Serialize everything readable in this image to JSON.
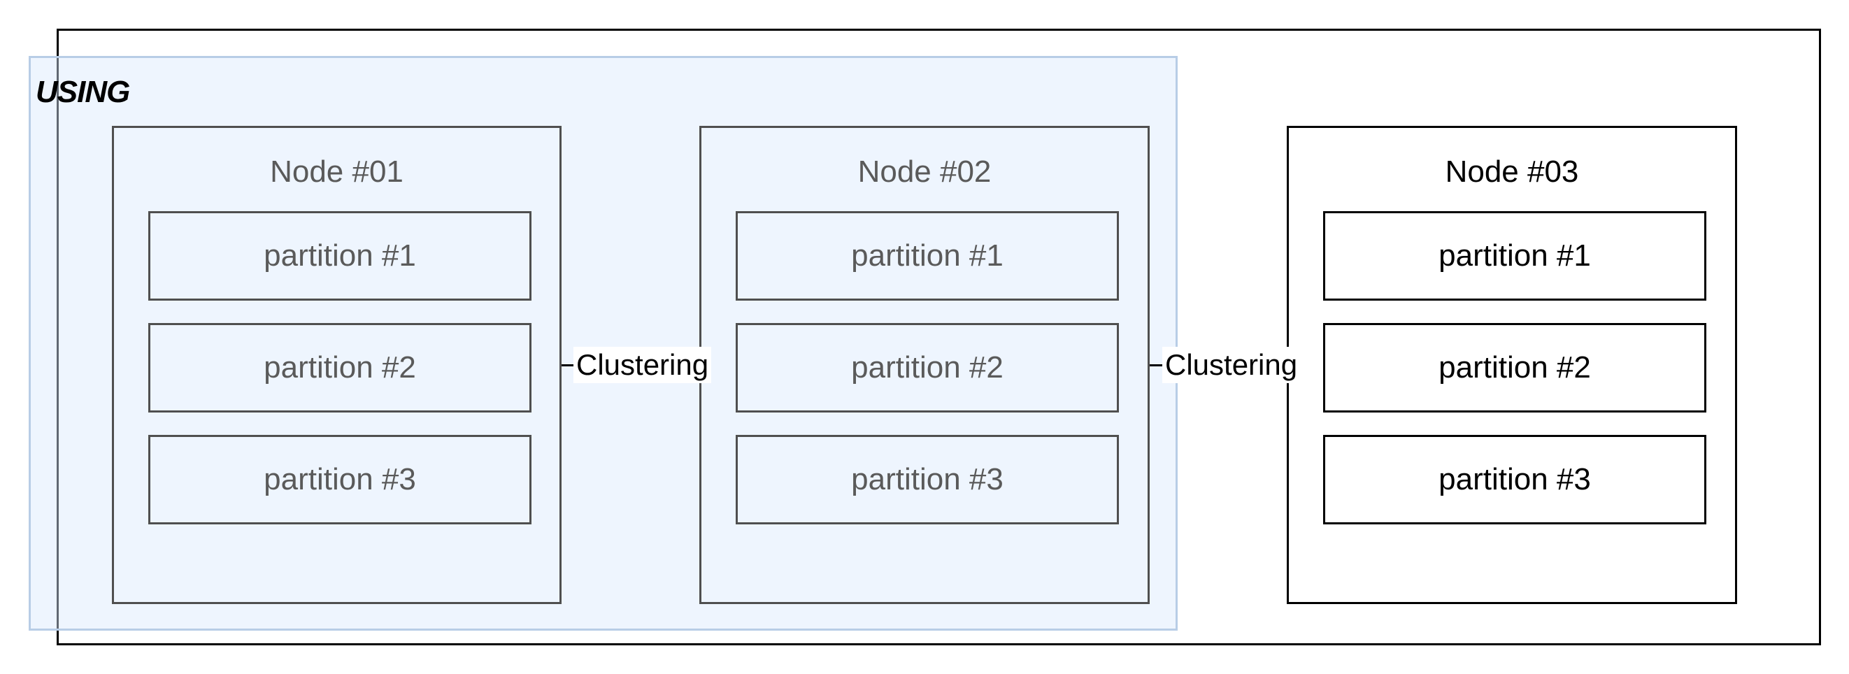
{
  "region": {
    "label": "USING",
    "fill_color": "#dae8fc",
    "border_color": "#b8cde6"
  },
  "nodes": [
    {
      "title": "Node #01",
      "partitions": [
        "partition #1",
        "partition #2",
        "partition #3"
      ],
      "in_region": true
    },
    {
      "title": "Node #02",
      "partitions": [
        "partition #1",
        "partition #2",
        "partition #3"
      ],
      "in_region": true
    },
    {
      "title": "Node #03",
      "partitions": [
        "partition #1",
        "partition #2",
        "partition #3"
      ],
      "in_region": false
    }
  ],
  "connections": [
    {
      "from": "Node #01",
      "to": "Node #02",
      "label": "Clustering"
    },
    {
      "from": "Node #02",
      "to": "Node #03",
      "label": "Clustering"
    }
  ]
}
